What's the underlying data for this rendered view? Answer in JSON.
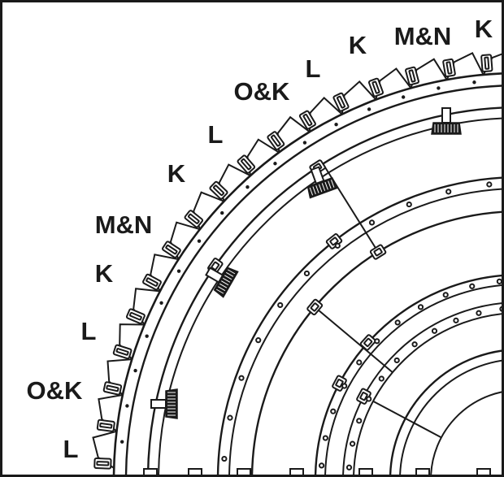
{
  "diagram": {
    "ink_color": "#1a1a1a",
    "background_color": "#ffffff",
    "subject": "quarter view of concentric segmented rings with clamp brackets and knob fixtures",
    "labels": [
      {
        "id": "lbl-01",
        "text": "K"
      },
      {
        "id": "lbl-02",
        "text": "M&N"
      },
      {
        "id": "lbl-03",
        "text": "K"
      },
      {
        "id": "lbl-04",
        "text": "L"
      },
      {
        "id": "lbl-05",
        "text": "O&K"
      },
      {
        "id": "lbl-06",
        "text": "L"
      },
      {
        "id": "lbl-07",
        "text": "K"
      },
      {
        "id": "lbl-08",
        "text": "M&N"
      },
      {
        "id": "lbl-09",
        "text": "K"
      },
      {
        "id": "lbl-10",
        "text": "L"
      },
      {
        "id": "lbl-11",
        "text": "O&K"
      },
      {
        "id": "lbl-12",
        "text": "L"
      }
    ]
  }
}
